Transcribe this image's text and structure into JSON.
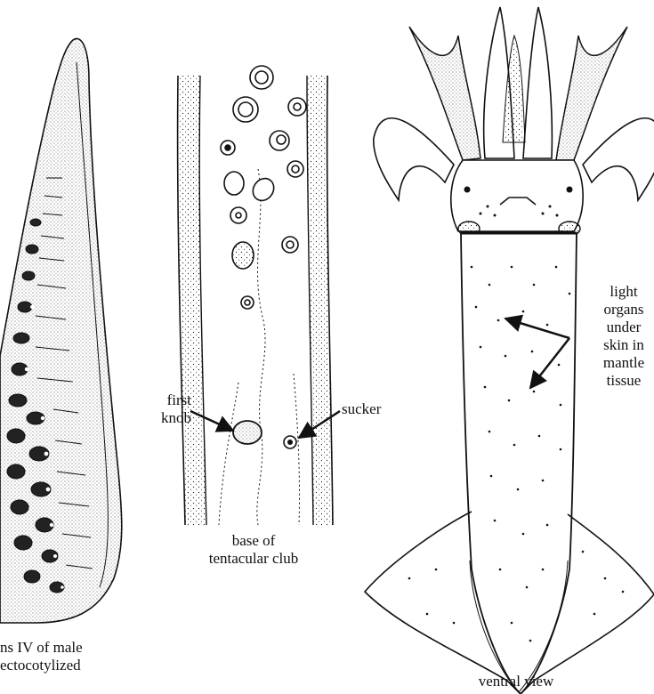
{
  "labels": {
    "arm_caption_line1": "ns IV of male",
    "arm_caption_line2": "ectocotylized",
    "first_knob_line1": "first",
    "first_knob_line2": "knob",
    "sucker": "sucker",
    "club_caption_line1": "base of",
    "club_caption_line2": "tentacular club",
    "light_organs_line1": "light",
    "light_organs_line2": "organs",
    "light_organs_line3": "under",
    "light_organs_line4": "skin in",
    "light_organs_line5": "mantle",
    "light_organs_line6": "tissue",
    "squid_caption": "ventral view"
  },
  "colors": {
    "ink": "#111111",
    "paper": "#ffffff"
  }
}
